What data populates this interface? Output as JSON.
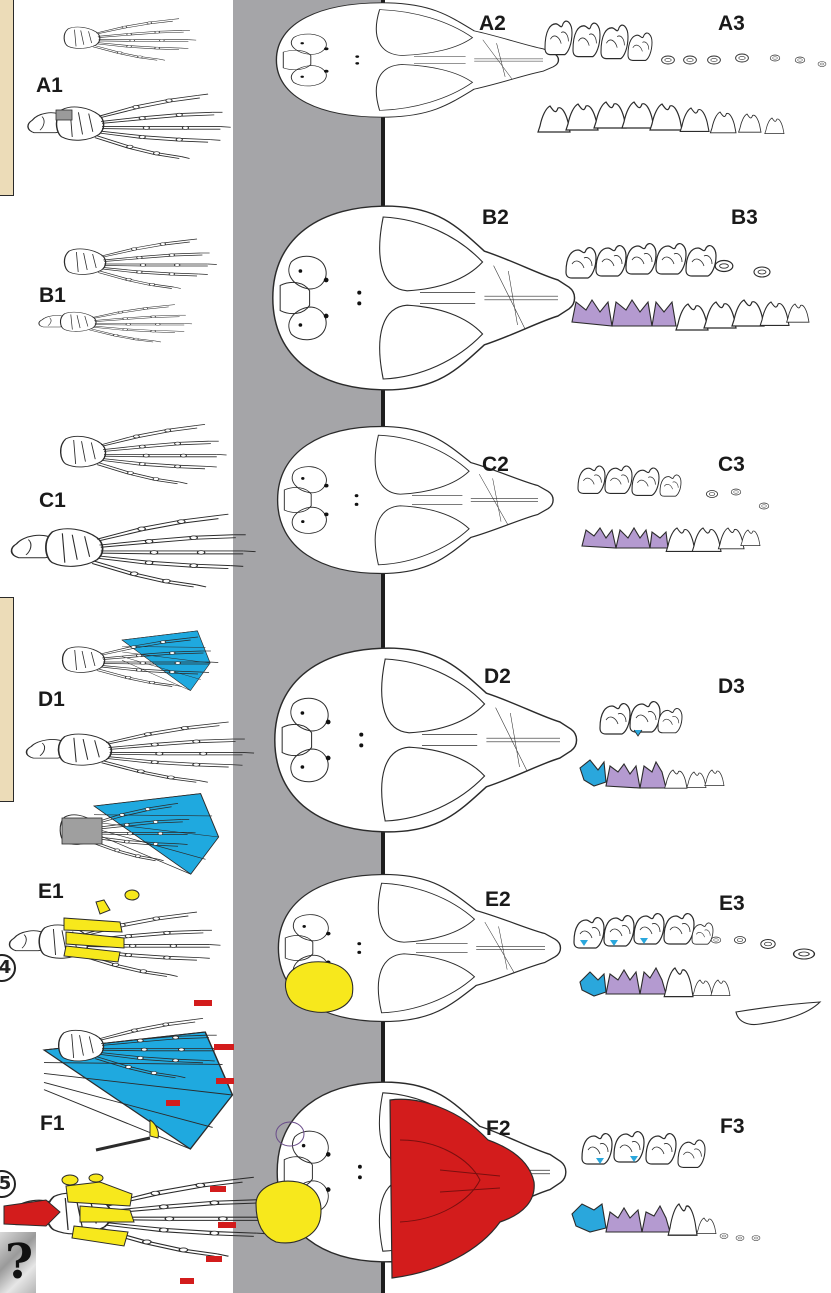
{
  "rows": [
    {
      "id": "A",
      "forelimb_label": "A1",
      "skull_label": "A2",
      "teeth_label": "A3"
    },
    {
      "id": "B",
      "forelimb_label": "B1",
      "skull_label": "B2",
      "teeth_label": "B3"
    },
    {
      "id": "C",
      "forelimb_label": "C1",
      "skull_label": "C2",
      "teeth_label": "C3"
    },
    {
      "id": "D",
      "forelimb_label": "D1",
      "skull_label": "D2",
      "teeth_label": "D3"
    },
    {
      "id": "E",
      "forelimb_label": "E1",
      "skull_label": "E2",
      "teeth_label": "E3"
    },
    {
      "id": "F",
      "forelimb_label": "F1",
      "skull_label": "F2",
      "teeth_label": "F3"
    }
  ],
  "edge_marks": {
    "row_e": "4",
    "row_f": "5"
  },
  "corner_glyph": "?",
  "colors": {
    "background": "#ffffff",
    "skull_panel": "#a5a5a8",
    "divider": "#1e1e1e",
    "outline": "#2b2b2b",
    "interdigital_webbing": "#1fa9df",
    "yellow_bones": "#f7e81c",
    "red_tips": "#d31c1c",
    "molar_purple": "#b49ad0",
    "premolar_blue": "#2aa7dc",
    "side_box": "#ecdcb8"
  }
}
